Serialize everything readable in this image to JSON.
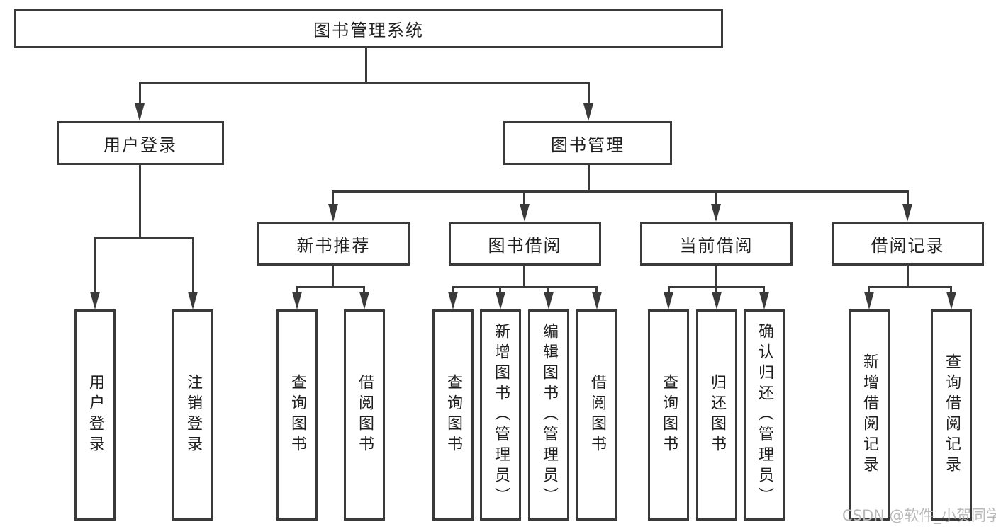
{
  "tree": {
    "root": "图书管理系统",
    "children": [
      {
        "label": "用户登录",
        "children": [
          "用户登录",
          "注销登录"
        ]
      },
      {
        "label": "图书管理",
        "children": [
          {
            "label": "新书推荐",
            "children": [
              "查询图书",
              "借阅图书"
            ]
          },
          {
            "label": "图书借阅",
            "children": [
              "查询图书",
              "新增图书（管理员）",
              "编辑图书（管理员）",
              "借阅图书"
            ]
          },
          {
            "label": "当前借阅",
            "children": [
              "查询图书",
              "归还图书",
              "确认归还（管理员）"
            ]
          },
          {
            "label": "借阅记录",
            "children": [
              "新增借阅记录",
              "查询借阅记录"
            ]
          }
        ]
      }
    ]
  },
  "watermark": {
    "text": "CSDN @软件_小贺同学"
  },
  "colors": {
    "line": "#3a3a3a",
    "text": "#1f1f1f",
    "background": "#ffffff",
    "watermark": "#b9b9b9"
  }
}
